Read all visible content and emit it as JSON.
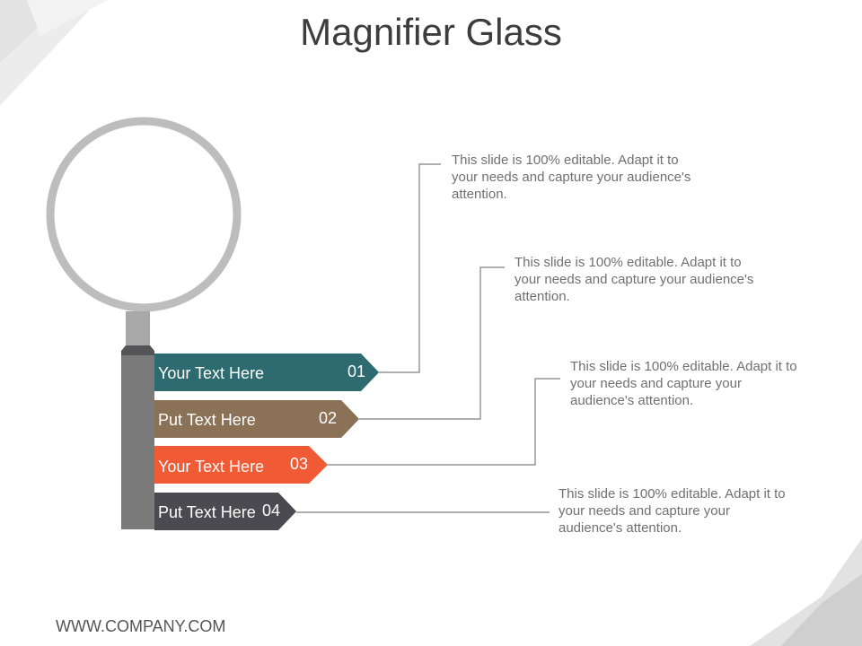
{
  "title": "Magnifier Glass",
  "colors": {
    "lens_ring": "#bdbdbd",
    "neck": "#a8a8a8",
    "collar": "#555558",
    "handle": "#7a7a7a",
    "connector": "#7f7f7f",
    "text_desc": "#707070"
  },
  "items": [
    {
      "label": "Your Text Here",
      "number": "01",
      "color": "#2e6b70",
      "description": [
        "This slide is 100% editable. Adapt it to",
        "your needs and capture your audience's",
        "attention."
      ]
    },
    {
      "label": "Put Text Here",
      "number": "02",
      "color": "#8b7155",
      "description": [
        "This slide is 100% editable. Adapt it to",
        "your needs and capture your audience's",
        "attention."
      ]
    },
    {
      "label": "Your Text Here",
      "number": "03",
      "color": "#f05a35",
      "description": [
        "This slide is 100% editable. Adapt it to",
        "your needs and capture your",
        "audience's attention."
      ]
    },
    {
      "label": "Put Text Here",
      "number": "04",
      "color": "#4a4a50",
      "description": [
        "This slide is 100% editable. Adapt it to",
        "your needs and capture your",
        "audience's attention."
      ]
    }
  ],
  "footer": "WWW.COMPANY.COM"
}
